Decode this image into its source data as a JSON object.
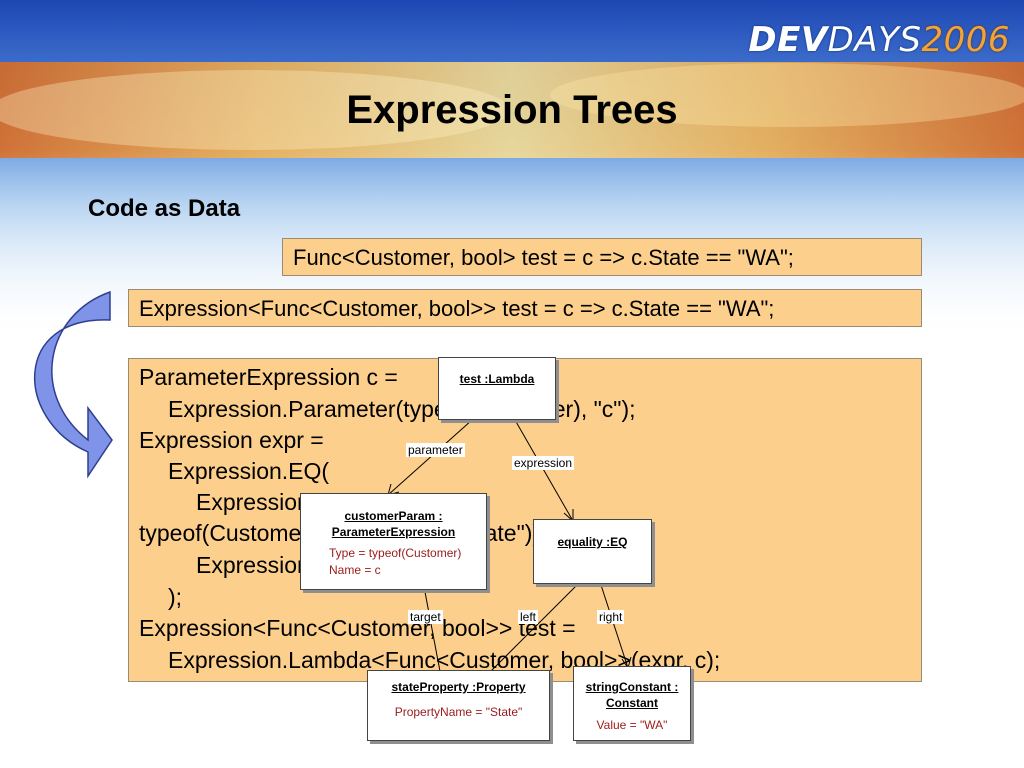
{
  "logo": {
    "part1": "DEV",
    "part2": "DAYS",
    "part3": "2006"
  },
  "title": "Expression Trees",
  "subtitle": "Code as Data",
  "code": {
    "line1": "Func<Customer, bool> test = c => c.State == \"WA\";",
    "line2": "Expression<Func<Customer, bool>> test = c => c.State == \"WA\";",
    "lines": [
      "ParameterExpression c =",
      "    Expression.Parameter(typeof(Customer), \"c\");",
      "Expression expr =",
      "    Expression.EQ(",
      "        Expression.Property(c,",
      "typeof(Customer).GetProperty(\"State\")),",
      "        Expression.Constant(\"WA\")",
      "    );",
      "Expression<Func<Customer, bool>> test =",
      "    Expression.Lambda<Func<Customer, bool>>(expr, c);"
    ]
  },
  "diagram": {
    "nodes": {
      "lambda": {
        "name": "test :Lambda"
      },
      "param": {
        "name_line1": "customerParam :",
        "name_line2": "ParameterExpression",
        "attr1": "Type = typeof(Customer)",
        "attr2": "Name = c"
      },
      "equality": {
        "name": "equality :EQ"
      },
      "property": {
        "name": "stateProperty :Property",
        "attr1": "PropertyName = \"State\""
      },
      "constant": {
        "name_line1": "stringConstant :",
        "name_line2": "Constant",
        "attr1": "Value = \"WA\""
      }
    },
    "edges": {
      "parameter": "parameter",
      "expression": "expression",
      "target": "target",
      "left": "left",
      "right": "right"
    }
  },
  "colors": {
    "code_box_fill": "#fcd08c",
    "arrow_fill": "#7f93e8",
    "attribute_text": "#9a1b1b"
  }
}
